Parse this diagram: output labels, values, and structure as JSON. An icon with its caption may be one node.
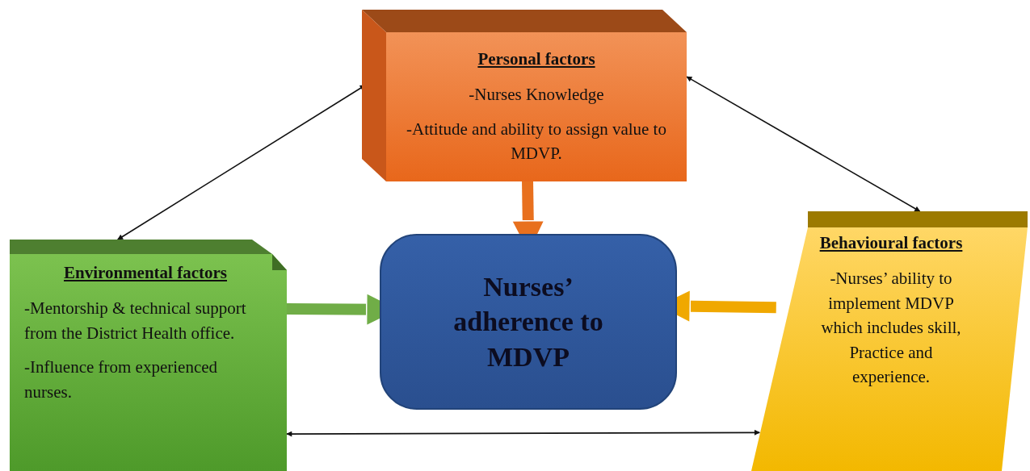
{
  "diagram": {
    "nodes": [
      {
        "text": [
          "Personal factors",
          "-Nurses Knowledge",
          "-Attitude and ability to assign value to MDVP."
        ]
      },
      {
        "text": [
          "Environmental factors",
          "-Mentorship & technical support from the District Health office.",
          "-Influence from experienced nurses."
        ]
      },
      {
        "text": [
          "Nurses’ adherence to MDVP"
        ]
      },
      {
        "text": [
          "Behavioural factors",
          "-Nurses’ ability to implement MDVP which includes skill, Practice and experience."
        ]
      }
    ],
    "edges": [
      {
        "from": 0,
        "to": 1,
        "arrow": "both"
      },
      {
        "from": 0,
        "to": 3,
        "arrow": "both"
      },
      {
        "from": 1,
        "to": 3,
        "arrow": "both"
      },
      {
        "from": 0,
        "to": 2,
        "arrow": "to",
        "style": "thick",
        "color": "#e8701e"
      },
      {
        "from": 1,
        "to": 2,
        "arrow": "to",
        "style": "thick",
        "color": "#70ad47"
      },
      {
        "from": 3,
        "to": 2,
        "arrow": "to",
        "style": "thick",
        "color": "#f0a800"
      }
    ]
  }
}
